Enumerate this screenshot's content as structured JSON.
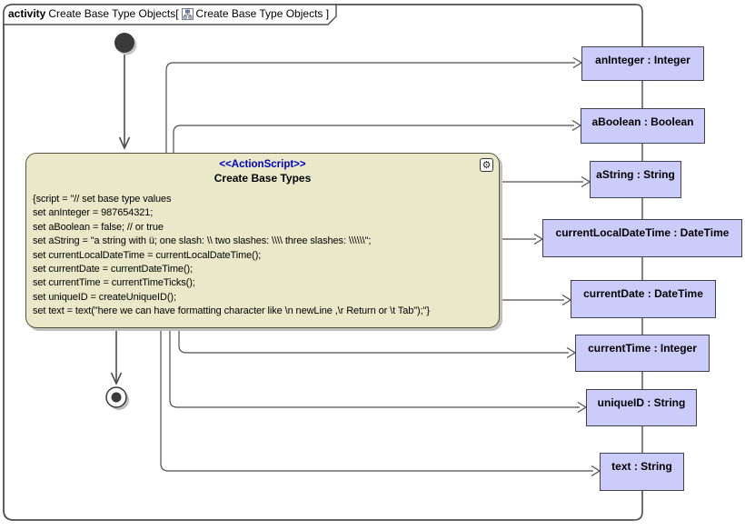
{
  "frame": {
    "keyword": "activity",
    "title_pre": "Create Base Type Objects[",
    "title_ref": "Create Base Type Objects ]",
    "diagram_icon": "activity-diagram-icon"
  },
  "action_node": {
    "stereotype": "<<ActionScript>>",
    "title": "Create Base Types",
    "corner_icon": "gear-icon",
    "script_lines": [
      "{script = \"// set base type values",
      "set anInteger = 987654321;",
      "set aBoolean = false; // or true",
      "set aString = \"a string with ü; one slash: \\\\ two slashes: \\\\\\\\ three slashes: \\\\\\\\\\\\\";",
      "set currentLocalDateTime = currentLocalDateTime();",
      "set currentDate = currentDateTime();",
      "set currentTime = currentTimeTicks();",
      "set uniqueID = createUniqueID();",
      "set text = text(\"here we can have formatting character like \\n newLine ,\\r Return or \\t Tab\");\"}"
    ]
  },
  "object_nodes": [
    "anInteger : Integer",
    "aBoolean : Boolean",
    "aString : String",
    "currentLocalDateTime : DateTime",
    "currentDate : DateTime",
    "currentTime : Integer",
    "uniqueID : String",
    "text : String"
  ],
  "colors": {
    "object_node_fill": "#ccccfb",
    "object_node_border": "#3f3f55",
    "action_fill": "#e9e9c9",
    "stereotype_text": "#0000c0",
    "line": "#4d4d4d"
  },
  "icons": {
    "gear_glyph": "⚙"
  }
}
